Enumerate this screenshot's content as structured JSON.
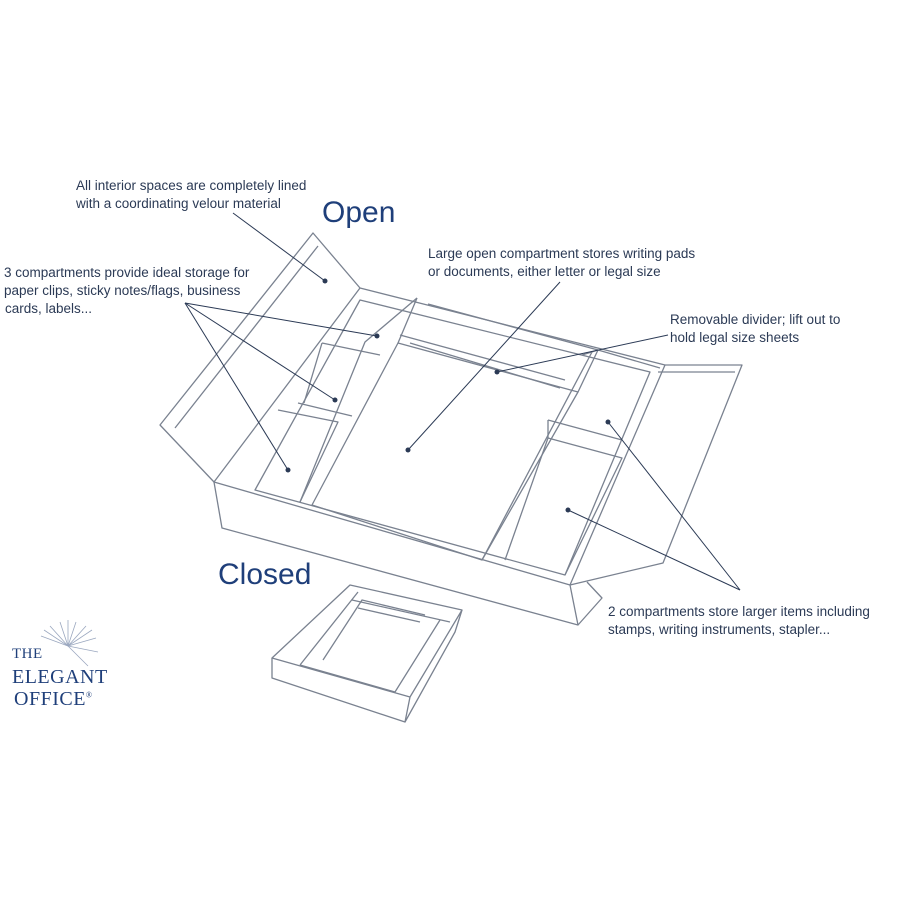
{
  "labels": {
    "open": "Open",
    "closed": "Closed"
  },
  "annotations": {
    "lining": [
      "All interior spaces are completely lined",
      "with a coordinating velour material"
    ],
    "three_compartments": [
      "3 compartments provide ideal storage for",
      "paper clips, sticky notes/flags, business",
      "cards, labels..."
    ],
    "large_compartment": [
      "Large open compartment stores writing pads",
      "or documents, either letter or legal size"
    ],
    "divider": [
      "Removable divider; lift out to",
      "hold legal size sheets"
    ],
    "two_compartments": [
      "2 compartments store larger items including",
      "stamps, writing instruments, stapler..."
    ]
  },
  "logo": {
    "line1": "THE",
    "line2": "ELEGANT",
    "line3": "OFFICE",
    "mark": "®"
  },
  "colors": {
    "text": "#2b3a55",
    "heading": "#1f3f7a",
    "line": "#7a8290",
    "leader": "#2b3a55"
  }
}
